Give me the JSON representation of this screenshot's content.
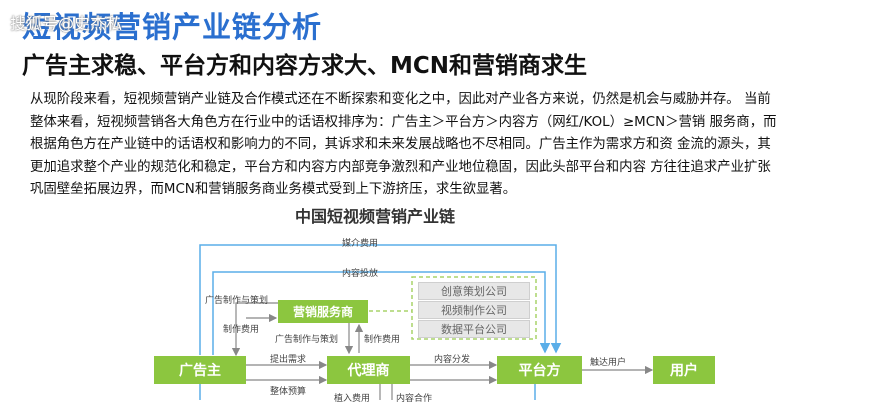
{
  "header": {
    "title": "短视频营销产业链分析",
    "watermark": "搜狐号@史杰私"
  },
  "subtitle": "广告主求稳、平台方和内容方求大、MCN和营销商求生",
  "body_lines": [
    "从现阶段来看，短视频营销产业链及合作模式还在不断探索和变化之中，因此对产业各方来说，仍然是机会与威胁并存。 当前",
    "整体来看，短视频营销各大角色方在行业中的话语权排序为：广告主＞平台方＞内容方（网红/KOL）≥MCN＞营销 服务商，而",
    "根据角色方在产业链中的话语权和影响力的不同，其诉求和未来发展战略也不尽相同。广告主作为需求方和资 金流的源头，其",
    "更加追求整个产业的规范化和稳定，平台方和内容方内部竞争激烈和产业地位稳固，因此头部平台和内容 方往往追求产业扩张",
    "巩固壁垒拓展边界，而MCN和营销服务商业务模式受到上下游挤压，求生欲显著。"
  ],
  "diagram": {
    "title": "中国短视频营销产业链",
    "nodes": {
      "advertiser": "广告主",
      "agency": "代理商",
      "platform": "平台方",
      "user": "用户",
      "marketing_service": "营销服务商"
    },
    "sub_companies": [
      "创意策划公司",
      "视频制作公司",
      "数据平台公司"
    ],
    "labels": {
      "media_fee": "媒介费用",
      "content_delivery": "内容投放",
      "ad_production_planning_1": "广告制作与策划",
      "production_fee_1": "制作费用",
      "ad_production_planning_2": "广告制作与策划",
      "production_fee_2": "制作费用",
      "raise_demand": "提出需求",
      "overall_budget": "整体预算",
      "content_distribution": "内容分发",
      "reach_users": "触达用户",
      "placement_fee": "植入费用",
      "content_cooperation": "内容合作"
    },
    "colors": {
      "node_green": "#8cc63f",
      "line_blue": "#5aaee8",
      "line_gray": "#999999",
      "dashed_green": "#a8d36a"
    }
  }
}
